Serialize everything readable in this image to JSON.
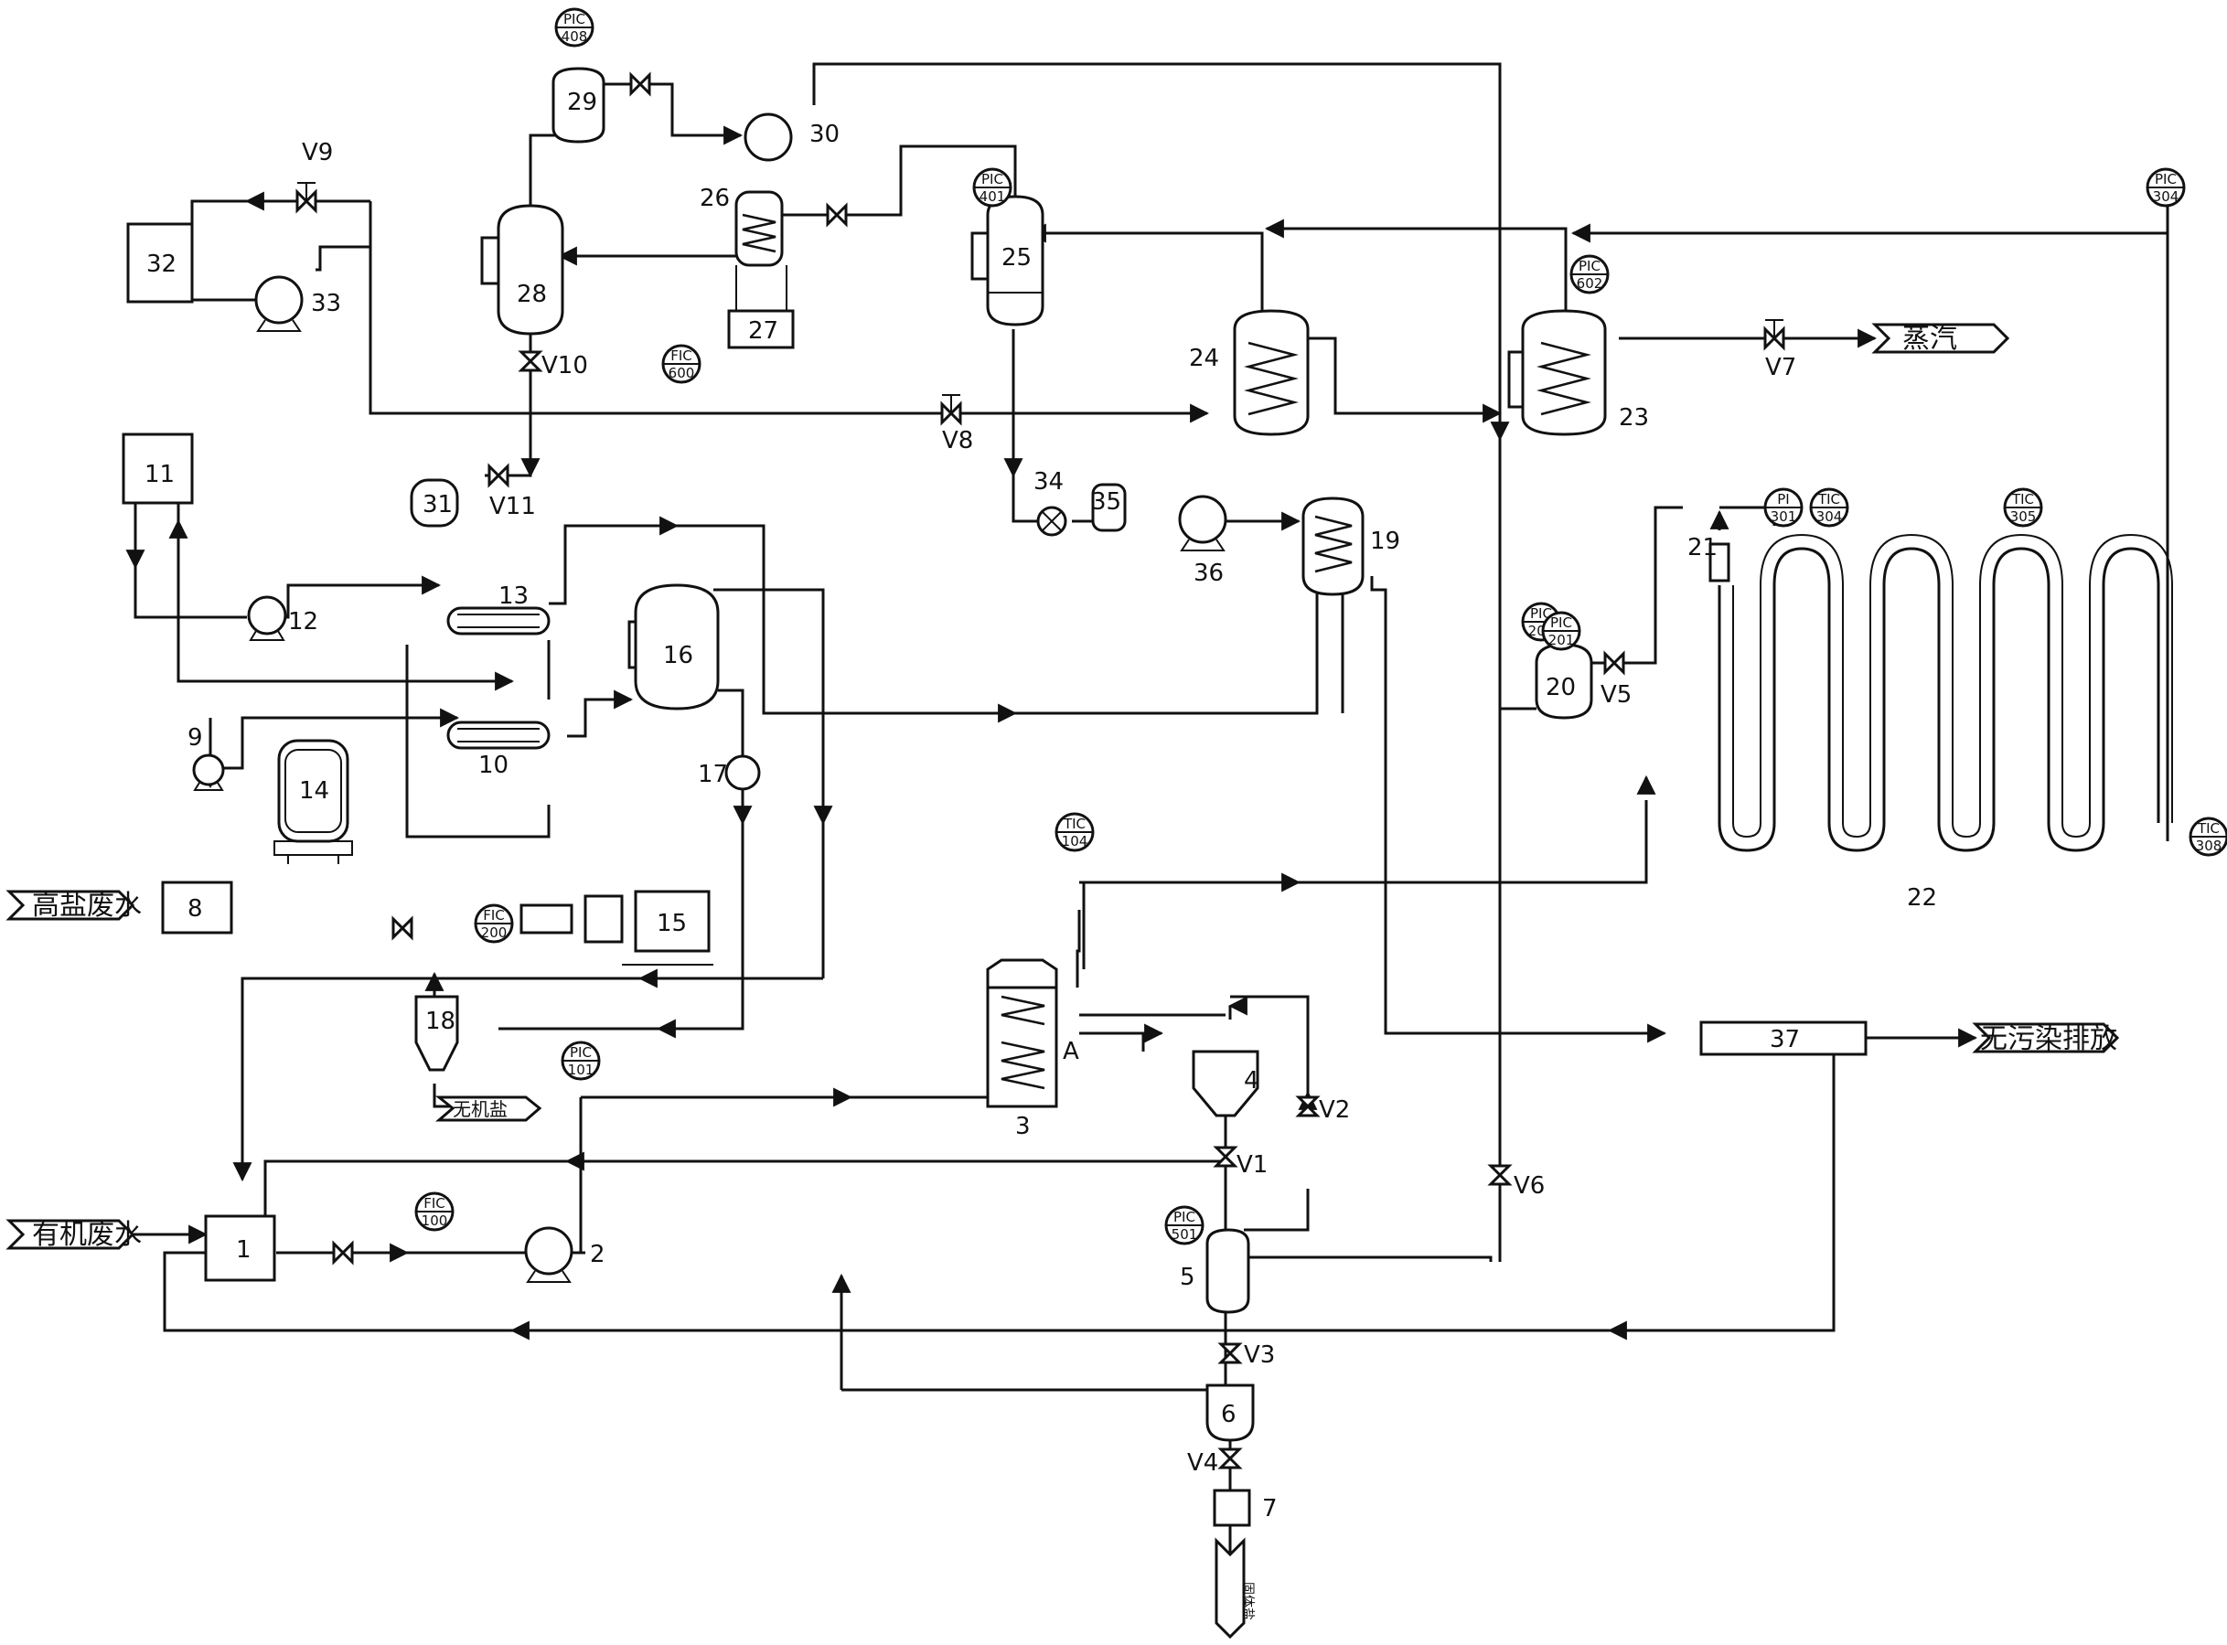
{
  "equipment": [
    {
      "id": "eq1",
      "label": "1"
    },
    {
      "id": "eq2",
      "label": "2"
    },
    {
      "id": "eq3",
      "label": "3"
    },
    {
      "id": "eq4",
      "label": "4"
    },
    {
      "id": "eq5",
      "label": "5"
    },
    {
      "id": "eq6",
      "label": "6"
    },
    {
      "id": "eq7",
      "label": "7"
    },
    {
      "id": "eq8",
      "label": "8"
    },
    {
      "id": "eq9",
      "label": "9"
    },
    {
      "id": "eq10",
      "label": "10"
    },
    {
      "id": "eq11",
      "label": "11"
    },
    {
      "id": "eq12",
      "label": "12"
    },
    {
      "id": "eq13",
      "label": "13"
    },
    {
      "id": "eq14",
      "label": "14"
    },
    {
      "id": "eq15",
      "label": "15"
    },
    {
      "id": "eq16",
      "label": "16"
    },
    {
      "id": "eq17",
      "label": "17"
    },
    {
      "id": "eq18",
      "label": "18"
    },
    {
      "id": "eq19",
      "label": "19"
    },
    {
      "id": "eq20",
      "label": "20"
    },
    {
      "id": "eq21",
      "label": "21"
    },
    {
      "id": "eq22",
      "label": "22"
    },
    {
      "id": "eq23",
      "label": "23"
    },
    {
      "id": "eq24",
      "label": "24"
    },
    {
      "id": "eq25",
      "label": "25"
    },
    {
      "id": "eq26",
      "label": "26"
    },
    {
      "id": "eq27",
      "label": "27"
    },
    {
      "id": "eq28",
      "label": "28"
    },
    {
      "id": "eq29",
      "label": "29"
    },
    {
      "id": "eq30",
      "label": "30"
    },
    {
      "id": "eq31",
      "label": "31"
    },
    {
      "id": "eq32",
      "label": "32"
    },
    {
      "id": "eq33",
      "label": "33"
    },
    {
      "id": "eq34",
      "label": "34"
    },
    {
      "id": "eq35",
      "label": "35"
    },
    {
      "id": "eq36",
      "label": "36"
    },
    {
      "id": "eq37",
      "label": "37"
    }
  ],
  "valves": [
    "V1",
    "V2",
    "V3",
    "V4",
    "V5",
    "V6",
    "V7",
    "V8",
    "V9",
    "V10",
    "V11"
  ],
  "instruments": [
    {
      "type": "PIC",
      "num": "408"
    },
    {
      "type": "PIC",
      "num": "401"
    },
    {
      "type": "PIC",
      "num": "304"
    },
    {
      "type": "PIC",
      "num": "602"
    },
    {
      "type": "FIC",
      "num": "600"
    },
    {
      "type": "PIC",
      "num": "201"
    },
    {
      "type": "PI",
      "num": "301"
    },
    {
      "type": "TIC",
      "num": "304"
    },
    {
      "type": "TIC",
      "num": "305"
    },
    {
      "type": "TIC",
      "num": "308"
    },
    {
      "type": "TIC",
      "num": "104"
    },
    {
      "type": "PIC",
      "num": "101"
    },
    {
      "type": "FIC",
      "num": "100"
    },
    {
      "type": "FIC",
      "num": "200"
    },
    {
      "type": "PIC",
      "num": "501"
    },
    {
      "type": "PIC",
      "num": "201"
    }
  ],
  "streams": {
    "high_salt_wastewater": "高盐废水",
    "organic_wastewater": "有机废水",
    "steam": "蒸汽",
    "clean_discharge": "无污染排放",
    "inorganic_salt": "无机盐",
    "bottom_out": "固体盐"
  },
  "point_labels": {
    "A": "A"
  }
}
